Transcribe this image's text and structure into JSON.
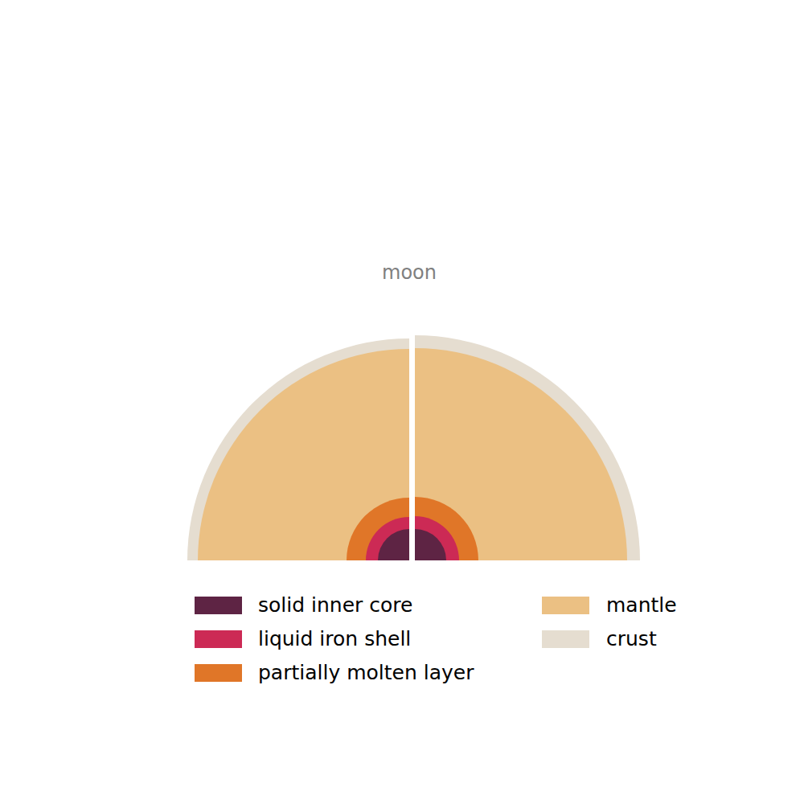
{
  "diagram": {
    "title": "moon",
    "legend": [
      {
        "text": "solid inner core",
        "color": "#5e2444"
      },
      {
        "text": "liquid iron shell",
        "color": "#cc2a55"
      },
      {
        "text": "partially molten layer",
        "color": "#e07628"
      },
      {
        "text": "mantle",
        "color": "#ebc083"
      },
      {
        "text": "crust",
        "color": "#e5ddd0"
      }
    ]
  }
}
